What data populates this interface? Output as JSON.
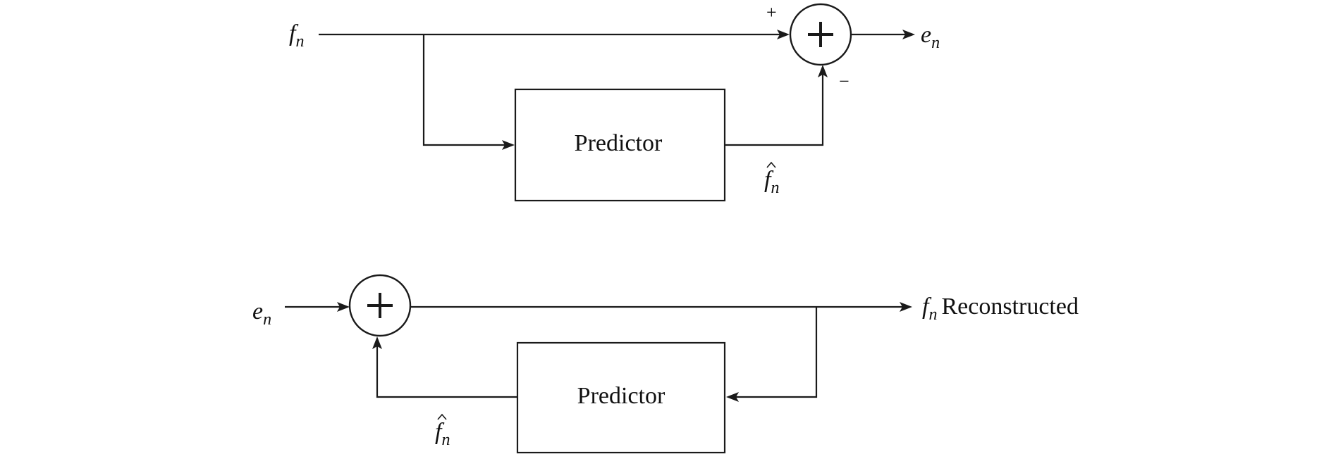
{
  "encoder": {
    "input_label": "f",
    "input_sub": "n",
    "output_label": "e",
    "output_sub": "n",
    "plus_sign": "+",
    "minus_sign": "−",
    "predictor_label": "Predictor",
    "prediction_label": "f",
    "prediction_sub": "n"
  },
  "decoder": {
    "input_label": "e",
    "input_sub": "n",
    "output_label": "f",
    "output_sub": "n",
    "output_suffix": "Reconstructed",
    "predictor_label": "Predictor",
    "prediction_label": "f",
    "prediction_sub": "n"
  }
}
